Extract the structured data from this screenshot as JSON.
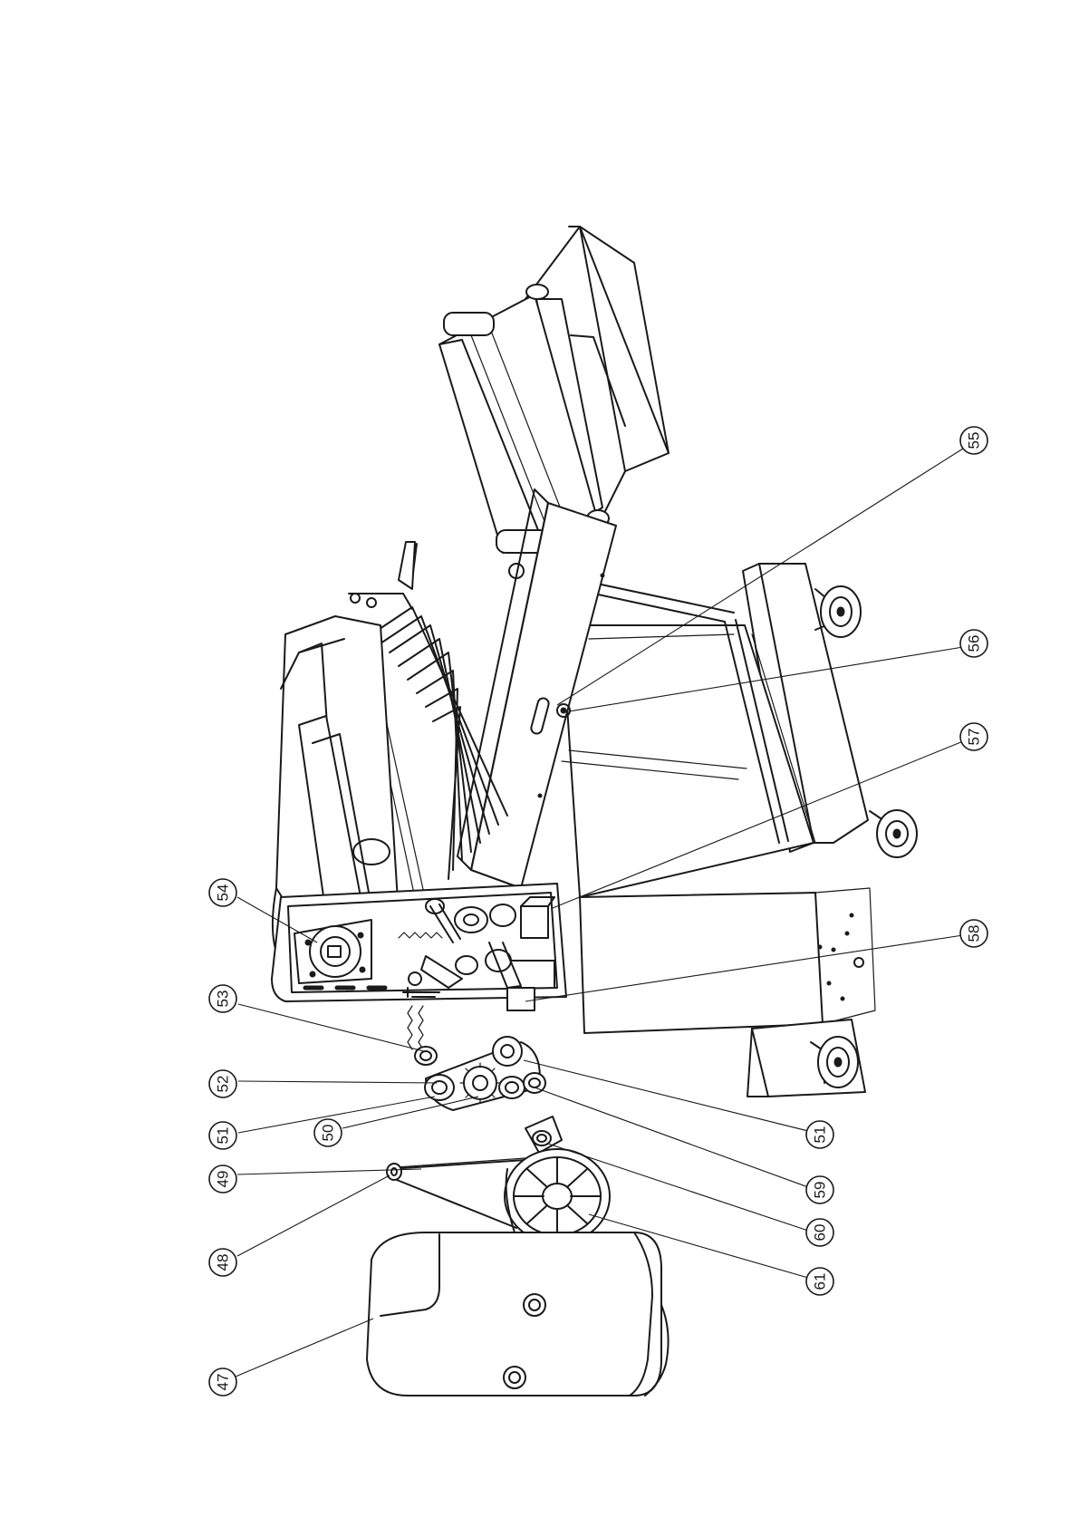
{
  "diagram": {
    "callouts": [
      {
        "id": "c47",
        "label": "47"
      },
      {
        "id": "c48",
        "label": "48"
      },
      {
        "id": "c49",
        "label": "49"
      },
      {
        "id": "c50",
        "label": "50"
      },
      {
        "id": "c51a",
        "label": "51"
      },
      {
        "id": "c51b",
        "label": "51"
      },
      {
        "id": "c52",
        "label": "52"
      },
      {
        "id": "c53",
        "label": "53"
      },
      {
        "id": "c54",
        "label": "54"
      },
      {
        "id": "c55",
        "label": "55"
      },
      {
        "id": "c56",
        "label": "56"
      },
      {
        "id": "c57",
        "label": "57"
      },
      {
        "id": "c58",
        "label": "58"
      },
      {
        "id": "c59",
        "label": "59"
      },
      {
        "id": "c60",
        "label": "60"
      },
      {
        "id": "c61",
        "label": "61"
      }
    ]
  }
}
